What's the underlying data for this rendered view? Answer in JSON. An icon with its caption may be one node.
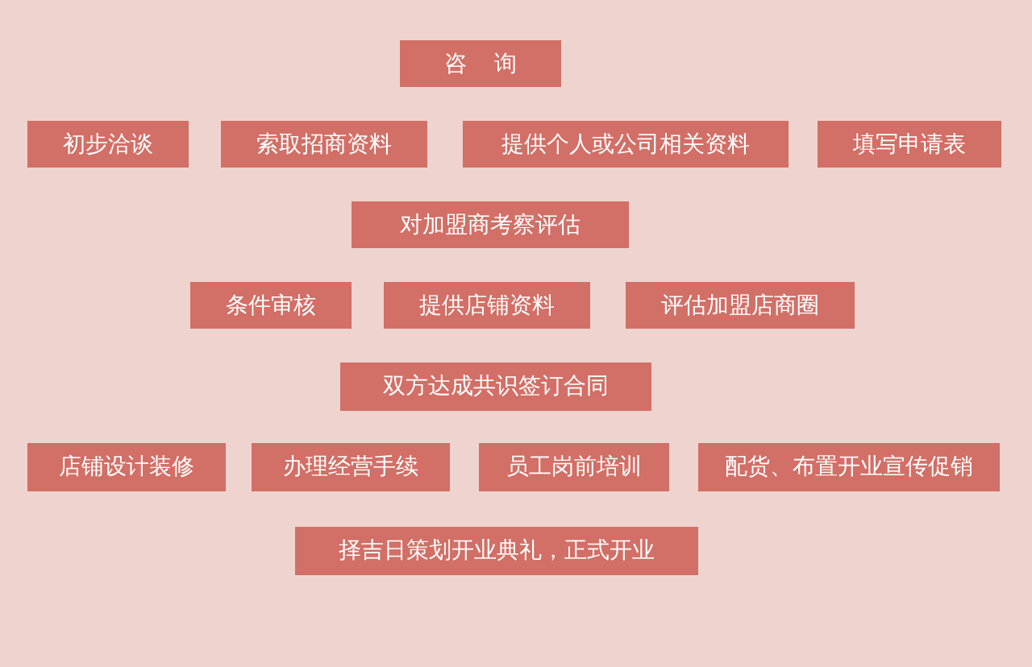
{
  "diagram": {
    "nodes": [
      {
        "text": [
          "咨询"
        ]
      },
      {
        "text": [
          "初步洽谈"
        ]
      },
      {
        "text": [
          "索取招商资料"
        ]
      },
      {
        "text": [
          "提供个人或公司相关资料"
        ]
      },
      {
        "text": [
          "填写申请表"
        ]
      },
      {
        "text": [
          "对加盟商考察评估"
        ]
      },
      {
        "text": [
          "条件审核"
        ]
      },
      {
        "text": [
          "提供店铺资料"
        ]
      },
      {
        "text": [
          "评估加盟店商圈"
        ]
      },
      {
        "text": [
          "双方达成共识签订合同"
        ]
      },
      {
        "text": [
          "店铺设计装修"
        ]
      },
      {
        "text": [
          "办理经营手续"
        ]
      },
      {
        "text": [
          "员工岗前培训"
        ]
      },
      {
        "text": [
          "配货、布置开业宣传促销"
        ]
      },
      {
        "text": [
          "择吉日策划开业典礼，正式开业"
        ]
      }
    ]
  }
}
